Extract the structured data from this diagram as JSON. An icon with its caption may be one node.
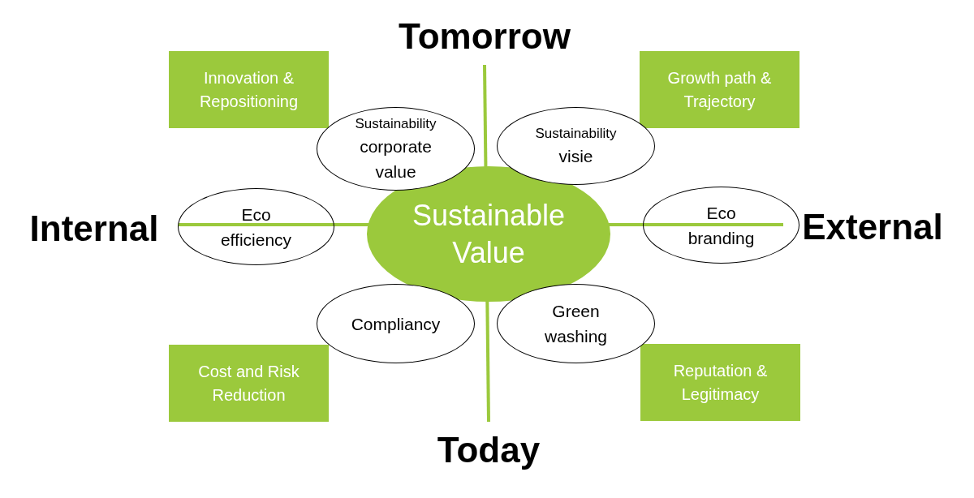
{
  "diagram": {
    "nodes": [
      {
        "text": [
          "Innovation & Repositioning"
        ]
      },
      {
        "text": [
          "Growth path & Trajectory"
        ]
      },
      {
        "text": [
          "Sustainability",
          "corporate value"
        ]
      },
      {
        "text": [
          "Sustainability",
          "visie"
        ]
      },
      {
        "text": [
          "Eco efficiency"
        ]
      },
      {
        "text": [
          "Sustainable Value"
        ]
      },
      {
        "text": [
          "Eco branding"
        ]
      },
      {
        "text": [
          "Compliancy"
        ]
      },
      {
        "text": [
          "Green washing"
        ]
      },
      {
        "text": [
          "Cost and Risk Reduction"
        ]
      },
      {
        "text": [
          "Reputation & Legitimacy"
        ]
      }
    ],
    "labels": [
      "Tomorrow",
      "Internal",
      "External",
      "Today"
    ]
  }
}
